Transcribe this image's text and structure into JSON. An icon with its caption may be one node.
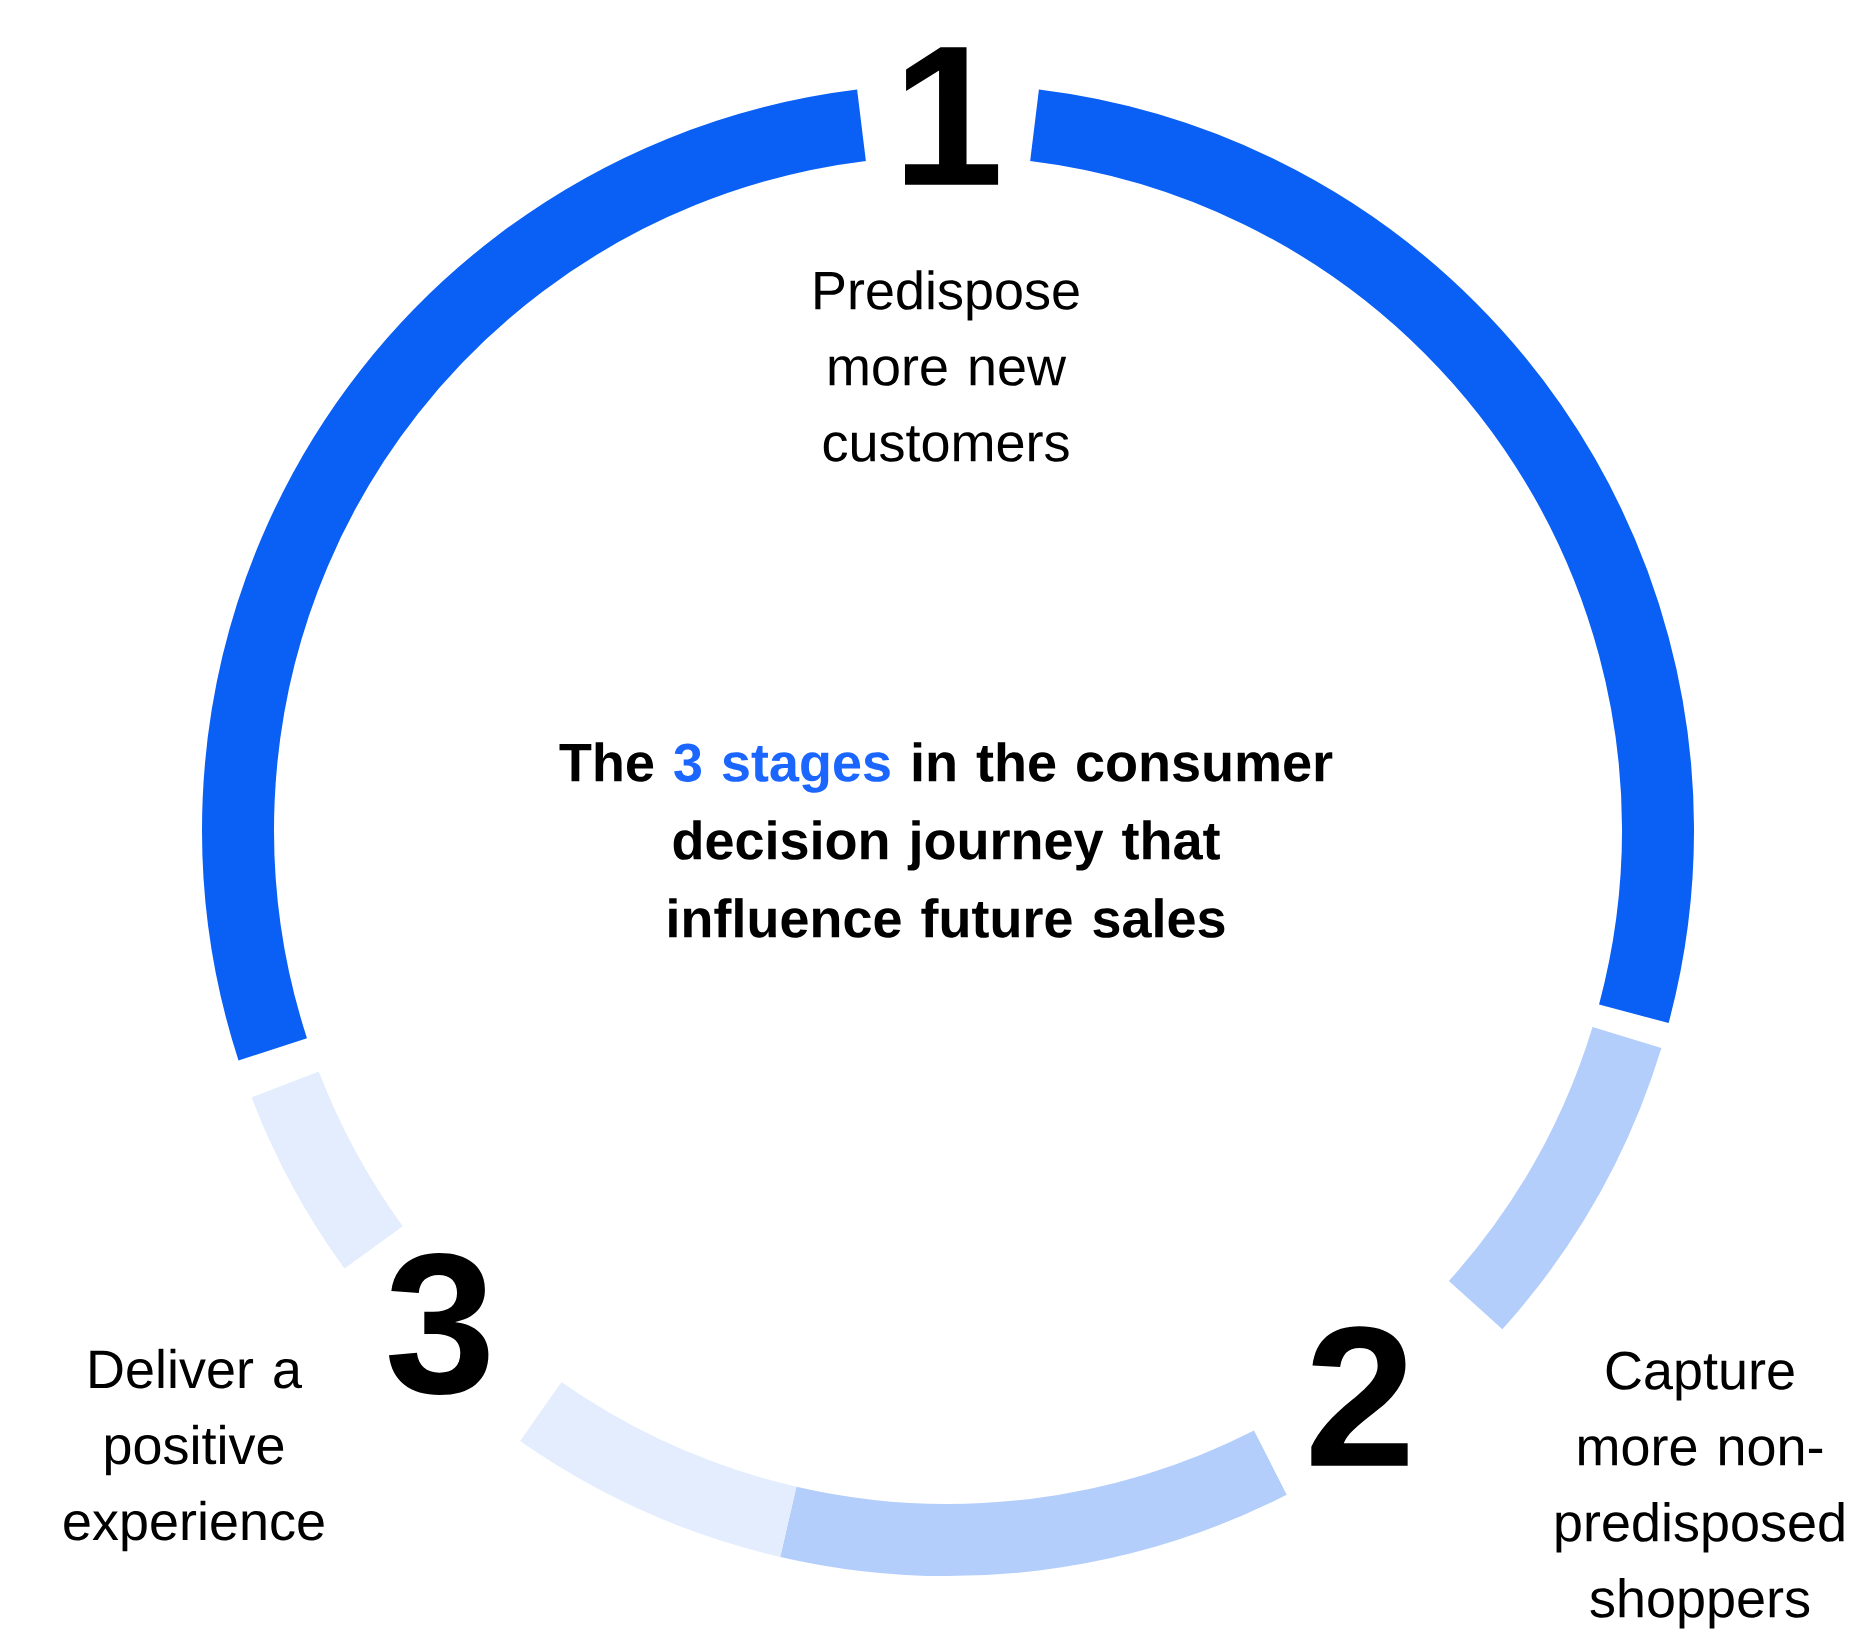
{
  "diagram": {
    "labels": [
      "1",
      "Predispose more new customers",
      "The",
      "3 stages",
      "in the consumer decision journey that influence future sales",
      "2",
      "Capture more non-predisposed shoppers",
      "3",
      "Deliver a positive experience"
    ]
  }
}
